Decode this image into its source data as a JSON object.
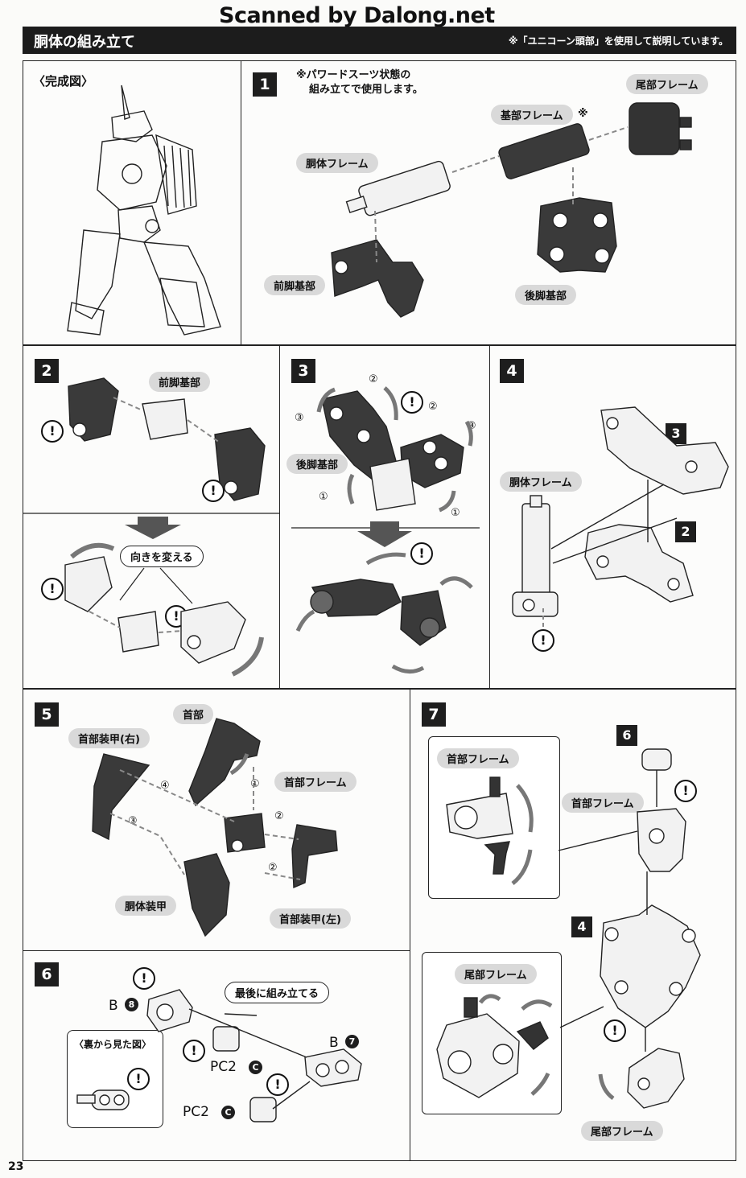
{
  "watermark": "Scanned by Dalong.net",
  "header": {
    "title": "胴体の組み立て",
    "note": "※「ユニコーン頭部」を使用して説明しています。"
  },
  "complete": {
    "title": "〈完成図〉"
  },
  "step1": {
    "num": "1",
    "note_line1": "※パワードスーツ状態の",
    "note_line2": "組み立てで使用します。",
    "labels": {
      "tail_frame": "尾部フレーム",
      "base_frame": "基部フレーム",
      "asterisk": "※",
      "torso_frame": "胴体フレーム",
      "front_leg_base": "前脚基部",
      "rear_leg_base": "後脚基部"
    }
  },
  "step2": {
    "num": "2",
    "front_leg_base": "前脚基部",
    "change_direction": "向きを変える"
  },
  "step3": {
    "num": "3",
    "rear_leg_base": "後脚基部",
    "markers": [
      "①",
      "②",
      "③"
    ]
  },
  "step4": {
    "num": "4",
    "torso_frame": "胴体フレーム",
    "ref3": "3",
    "ref2": "2"
  },
  "step5": {
    "num": "5",
    "neck": "首部",
    "neck_armor_right": "首部装甲(右)",
    "neck_frame": "首部フレーム",
    "torso_armor": "胴体装甲",
    "neck_armor_left": "首部装甲(左)",
    "markers": [
      "①",
      "②",
      "③",
      "④"
    ]
  },
  "step6": {
    "num": "6",
    "last_assemble": "最後に組み立てる",
    "back_view": "〈裏から見た図〉",
    "b": "B",
    "b8": "8",
    "b7": "7",
    "pc2": "PC2",
    "c": "C"
  },
  "step7": {
    "num": "7",
    "neck_frame_inset": "首部フレーム",
    "neck_frame": "首部フレーム",
    "tail_frame_inset": "尾部フレーム",
    "tail_frame": "尾部フレーム",
    "ref6": "6",
    "ref4": "4"
  },
  "exclaim": "!",
  "page_number": "23"
}
